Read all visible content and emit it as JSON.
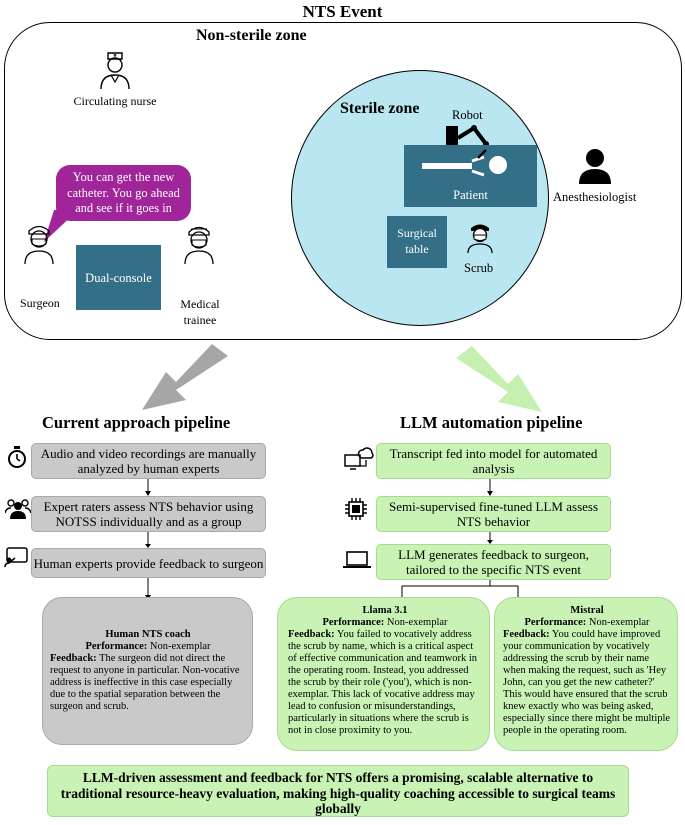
{
  "title": "NTS Event",
  "zones": {
    "nonsterile": "Non-sterile zone",
    "sterile": "Sterile zone"
  },
  "people": {
    "circulating_nurse": "Circulating nurse",
    "surgeon": "Surgeon",
    "medical_trainee": "Medical trainee",
    "anesthesiologist": "Anesthesiologist",
    "scrub": "Scrub",
    "robot": "Robot",
    "patient": "Patient"
  },
  "equipment": {
    "dual_console": "Dual-console",
    "surgical_table": "Surgical table"
  },
  "speech": "You can get the new catheter. You go ahead and see if it goes in",
  "left": {
    "heading": "Current approach pipeline",
    "steps": [
      "Audio and video recordings are manually analyzed by human experts",
      "Expert raters assess NTS behavior using NOTSS individually and as a group",
      "Human experts provide feedback to surgeon"
    ],
    "coach": {
      "title": "Human NTS coach",
      "performance_label": "Performance:",
      "performance": "Non-exemplar",
      "feedback_label": "Feedback:",
      "feedback": "The surgeon did not direct the request to anyone in particular. Non-vocative address is ineffective in this case especially due to the spatial separation between the surgeon and scrub."
    }
  },
  "right": {
    "heading": "LLM automation pipeline",
    "steps": [
      "Transcript fed into model for automated analysis",
      "Semi-supervised fine-tuned LLM assess NTS behavior",
      "LLM generates feedback to surgeon, tailored to the specific NTS event"
    ],
    "llama": {
      "title": "Llama 3.1",
      "performance_label": "Performance:",
      "performance": "Non-exemplar",
      "feedback_label": "Feedback:",
      "feedback": "You failed to vocatively address the scrub by name, which is a critical aspect of effective communication and teamwork in the operating room. Instead, you addressed the scrub by their role ('you'), which is non-exemplar. This lack of vocative address may lead to confusion or misunderstandings, particularly in situations where the scrub is not in close proximity to you."
    },
    "mistral": {
      "title": "Mistral",
      "performance_label": "Performance:",
      "performance": "Non-exemplar",
      "feedback_label": "Feedback:",
      "feedback": "You could have improved your communication by vocatively addressing the scrub by their name when making the request, such as 'Hey John, can you get the new catheter?' This would have ensured that the scrub knew exactly who was being asked, especially since there might be multiple people in the operating room."
    }
  },
  "conclusion": "LLM-driven assessment and feedback for NTS offers a promising, scalable alternative to traditional resource-heavy evaluation, making high-quality coaching accessible to surgical teams globally",
  "colors": {
    "sterile_fill": "#b9e6f0",
    "teal_box": "#336f87",
    "speech_fill": "#a0259a",
    "gray_box": "#c9c9c9",
    "green_box": "#c9f2b5",
    "gray_arrow": "#a6a6a6",
    "green_arrow": "#c6f0b2"
  },
  "icons": [
    "nurse-icon",
    "surgeon-icon",
    "trainee-icon",
    "anesthesiologist-icon",
    "scrub-icon",
    "robot-icon",
    "patient-icon",
    "stopwatch-icon",
    "raters-icon",
    "presentation-icon",
    "cloud-computer-icon",
    "chip-icon",
    "laptop-icon"
  ]
}
